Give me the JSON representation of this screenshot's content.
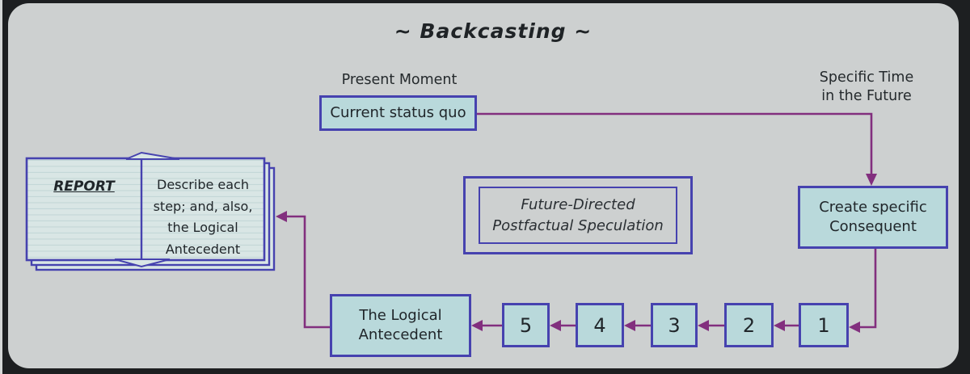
{
  "title": "~ Backcasting ~",
  "annotations": {
    "present_moment": "Present Moment",
    "specific_time_future": "Specific Time in the Future"
  },
  "nodes": {
    "current_status_quo": "Current status quo",
    "create_specific_consequent": "Create specific Consequent",
    "future_directed": "Future-Directed Postfactual Speculation",
    "logical_antecedent": "The Logical Antecedent"
  },
  "steps": [
    "1",
    "2",
    "3",
    "4",
    "5"
  ],
  "book": {
    "left_page_title": "REPORT",
    "right_page_text": "Describe each step; and, also, the Logical Antecedent"
  },
  "colors": {
    "background": "#cdd0d0",
    "frame": "#1d1f21",
    "box_fill": "#b9d9db",
    "box_border": "#4642af",
    "page_fill": "#d9e6e5",
    "page_rule": "#c3d7d7",
    "arrow": "#822f7e",
    "text": "#20262a"
  }
}
